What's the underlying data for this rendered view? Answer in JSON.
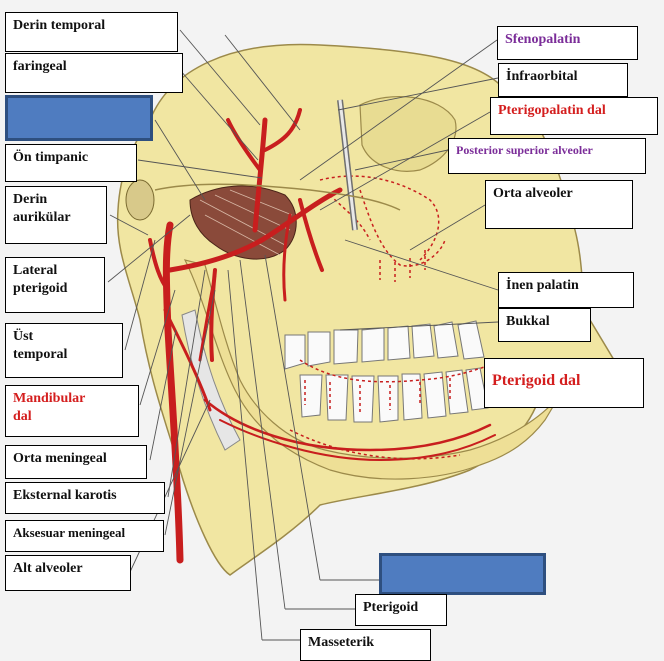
{
  "labels": {
    "derin_temporal": "Derin temporal",
    "faringeal": "faringeal",
    "on_timpanic": "Ön timpanic",
    "derin_aurikular": "Derin\naurikülar",
    "lateral_pterigoid": "Lateral\npterigoid",
    "ust_temporal": "Üst\ntemporal",
    "mandibular_dal": "Mandibular\ndal",
    "orta_meningeal": "Orta meningeal",
    "eksternal_karotis": "Eksternal karotis",
    "aksesuar_meningeal": "Aksesuar meningeal",
    "alt_alveoler": "Alt alveoler",
    "sfenopalatin": "Sfenopalatin",
    "infraorbital": "İnfraorbital",
    "pterigopalatin_dal": "Pterigopalatin dal",
    "posterior_superior_alveoler": "Posterior superior alveoler",
    "orta_alveoler": "Orta alveoler",
    "inen_palatin": "İnen palatin",
    "bukkal": "Bukkal",
    "pterigoid_dal": "Pterigoid dal",
    "pterigoid": "Pterigoid",
    "masseterik": "Masseterik"
  },
  "colors": {
    "bone": "#f1e6a2",
    "artery": "#c81e1e",
    "muscle": "#8a4a3a",
    "tooth": "#fafafa",
    "label_red": "#d41e1e",
    "label_purple": "#7b2d99",
    "cover_box": "#4f7cc0"
  }
}
